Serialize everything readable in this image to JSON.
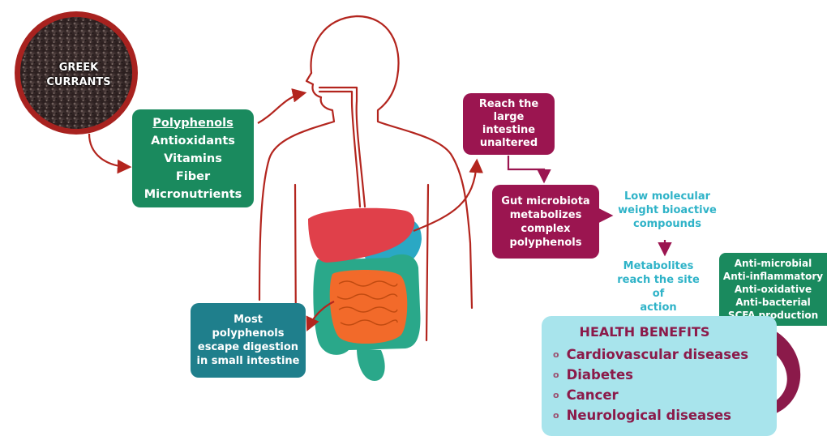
{
  "currants": {
    "label_line1": "GREEK",
    "label_line2": "CURRANTS"
  },
  "nutrients": {
    "items": [
      "Polyphenols",
      "Antioxidants",
      "Vitamins",
      "Fiber",
      "Micronutrients"
    ]
  },
  "reach_box": {
    "lines": [
      "Reach the",
      "large",
      "intestine",
      "unaltered"
    ]
  },
  "microbiota_box": {
    "lines": [
      "Gut microbiota",
      "metabolizes",
      "complex",
      "polyphenols"
    ]
  },
  "low_mw": {
    "lines": [
      "Low molecular",
      "weight bioactive",
      "compounds"
    ]
  },
  "metabolites": {
    "lines": [
      "Metabolites",
      "reach the site of",
      "action"
    ]
  },
  "escape_box": {
    "lines": [
      "Most",
      "polyphenols",
      "escape digestion",
      "in small intestine"
    ]
  },
  "effects_box": {
    "lines": [
      "Anti-microbial",
      "Anti-inflammatory",
      "Anti-oxidative",
      "Anti-bacterial",
      "SCFA production"
    ]
  },
  "health_benefits": {
    "title": "HEALTH BENEFITS",
    "bullet": "o",
    "items": [
      "Cardiovascular diseases",
      "Diabetes",
      "Cancer",
      "Neurological diseases"
    ]
  },
  "colors": {
    "green_box": "#1a8a5e",
    "maroon_box": "#9b1550",
    "teal_box": "#1f7f8c",
    "cyan_text": "#2fb3c8",
    "benefits_bg": "#a8e4ec",
    "benefits_text": "#8b1a4a",
    "body_outline": "#b3251e",
    "liver": "#e0404a",
    "stomach": "#2aa8c4",
    "large_intestine": "#2aa88a",
    "small_intestine": "#f26a2a"
  }
}
